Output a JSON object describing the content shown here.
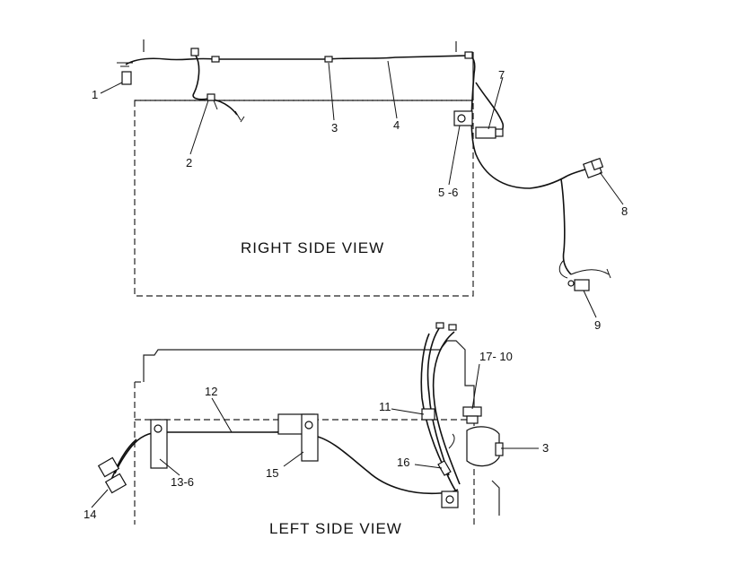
{
  "views": {
    "right_title": "RIGHT SIDE VIEW",
    "left_title": "LEFT SIDE VIEW"
  },
  "callouts": {
    "c1": "1",
    "c2": "2",
    "c3_right": "3",
    "c4": "4",
    "c5_6": "5 -6",
    "c7": "7",
    "c8": "8",
    "c9": "9",
    "c12": "12",
    "c11": "11",
    "c17_10": "17- 10",
    "c3_left": "3",
    "c16": "16",
    "c15": "15",
    "c13_6": "13-6",
    "c14": "14"
  }
}
